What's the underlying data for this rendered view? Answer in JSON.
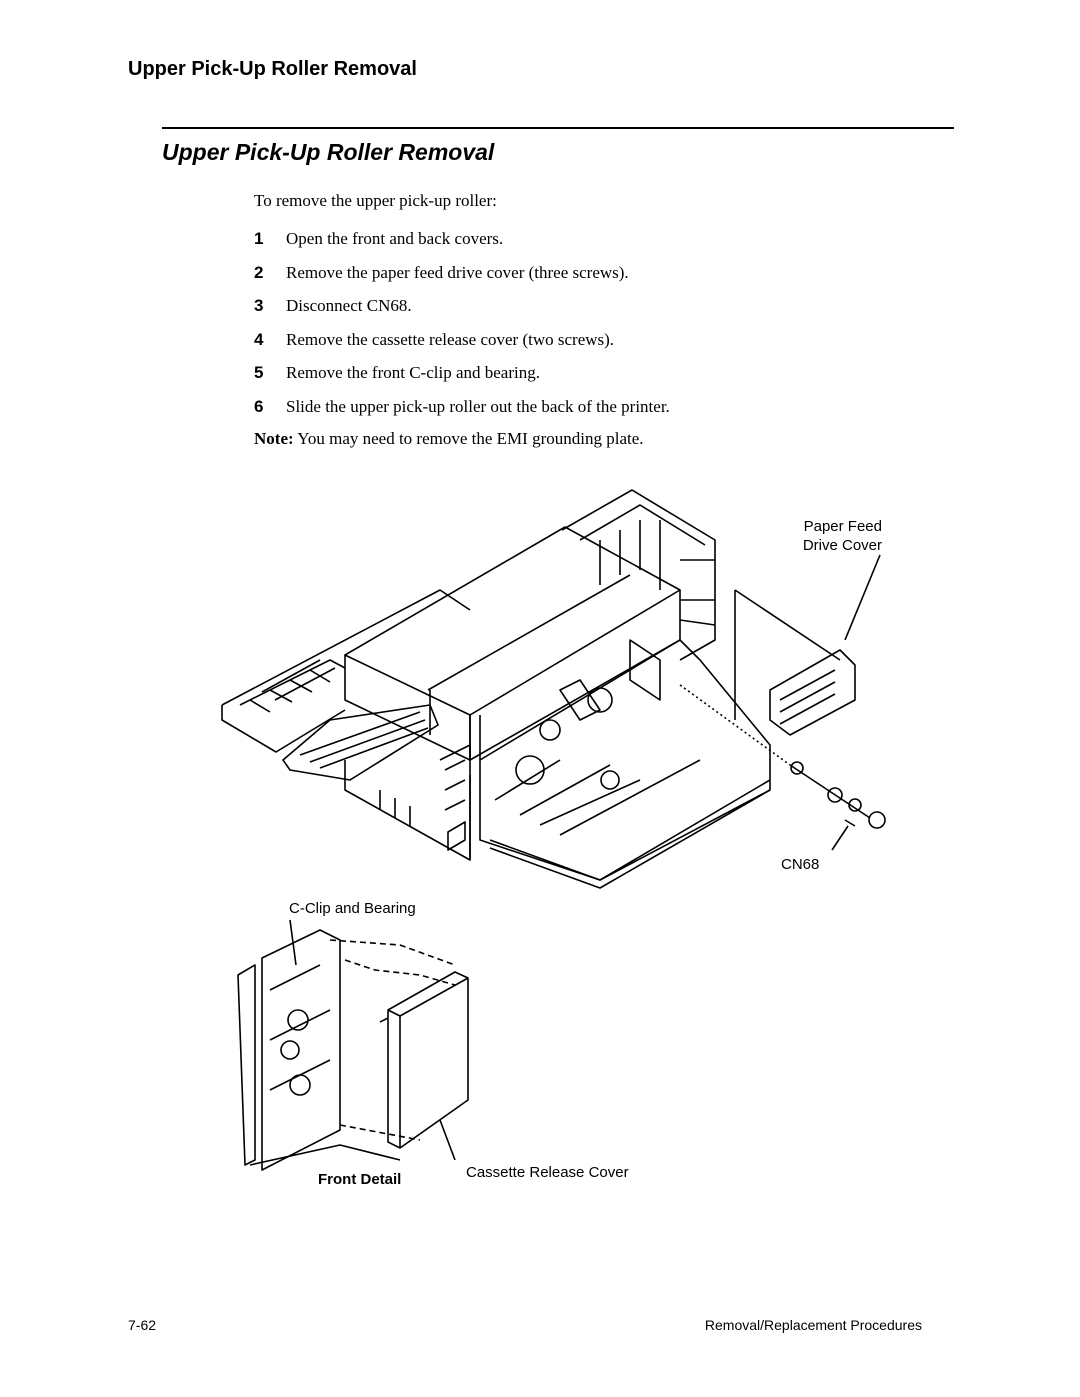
{
  "header": {
    "running_title": "Upper Pick-Up Roller Removal"
  },
  "section": {
    "title": "Upper Pick-Up Roller Removal"
  },
  "intro": "To remove the upper pick-up roller:",
  "steps": [
    {
      "num": "1",
      "text": "Open the front and back covers."
    },
    {
      "num": "2",
      "text": "Remove the paper feed drive cover (three screws)."
    },
    {
      "num": "3",
      "text": "Disconnect CN68."
    },
    {
      "num": "4",
      "text": "Remove the cassette release cover (two screws)."
    },
    {
      "num": "5",
      "text": "Remove the front C-clip and bearing."
    },
    {
      "num": "6",
      "text": "Slide the upper pick-up roller out the back of the printer."
    }
  ],
  "note": {
    "label": "Note:",
    "text": " You may need to remove the EMI grounding plate."
  },
  "figure": {
    "callouts": {
      "paper_feed_line1": "Paper Feed",
      "paper_feed_line2": "Drive Cover",
      "cn68": "CN68",
      "c_clip": "C-Clip and Bearing",
      "cassette": "Cassette Release Cover",
      "front_detail": "Front Detail"
    }
  },
  "footer": {
    "page_number": "7-62",
    "chapter": "Removal/Replacement Procedures"
  }
}
